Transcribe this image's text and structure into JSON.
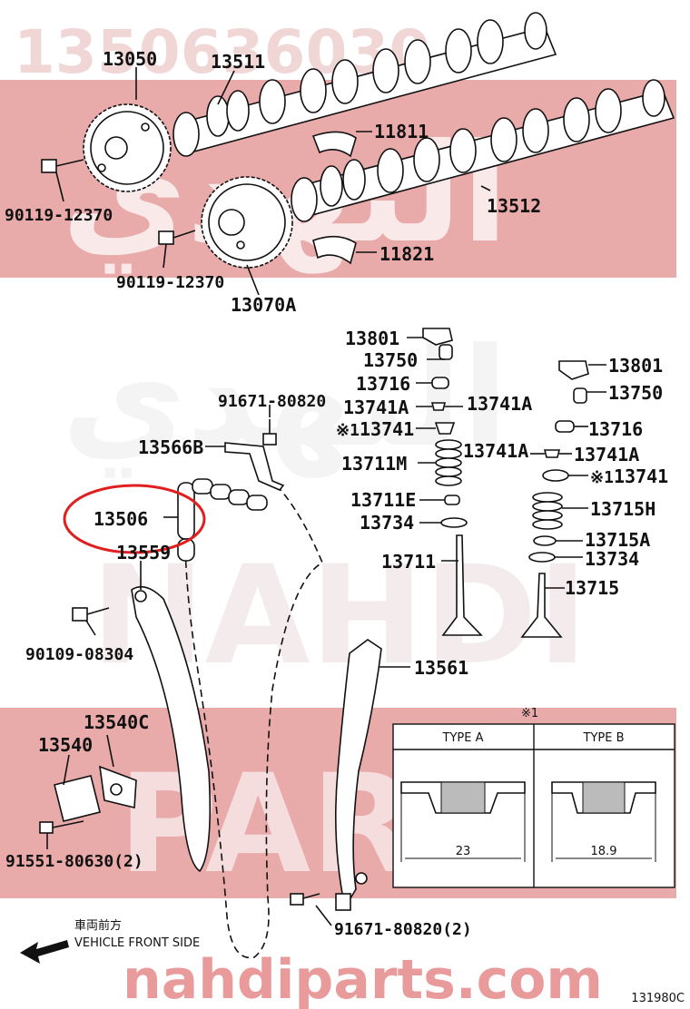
{
  "watermark": {
    "top_code": "1350636030",
    "arabic_text": "النهدي",
    "nahdi_text": "NAHDI",
    "parts_text": "PARTS",
    "url": "nahdiparts.com"
  },
  "colors": {
    "watermark_band": "#e59b9b",
    "highlight_ring": "#e02020",
    "line": "#111111"
  },
  "parts": {
    "p13050": "13050",
    "p13511": "13511",
    "p11811": "11811",
    "p90119a": "90119-12370",
    "p13512": "13512",
    "p90119b": "90119-12370",
    "p11821": "11821",
    "p13070A": "13070A",
    "p13801a": "13801",
    "p13750a": "13750",
    "p13716a": "13716",
    "p13741Aa": "13741A",
    "p13741Ab": "13741A",
    "p13741a": "13741",
    "p91671a": "91671-80820",
    "p13566B": "13566B",
    "p13711M": "13711M",
    "p13711E": "13711E",
    "p13734a": "13734",
    "p13711": "13711",
    "p13506": "13506",
    "p13559": "13559",
    "p90109": "90109-08304",
    "p13801b": "13801",
    "p13750b": "13750",
    "p13716b": "13716",
    "p13741Ac": "13741A",
    "p13741Ad": "13741A",
    "p13741b": "13741",
    "p13715H": "13715H",
    "p13715A": "13715A",
    "p13734b": "13734",
    "p13715": "13715",
    "p13561": "13561",
    "p13540C": "13540C",
    "p13540": "13540",
    "p91551": "91551-80630(2)",
    "p91671b": "91671-80820(2)"
  },
  "note_marks": {
    "mark1": "※1",
    "mark2": "※1",
    "mark3": "※1"
  },
  "inset": {
    "note": "※1",
    "type_a": "TYPE A",
    "type_b": "TYPE B",
    "dim_a": "23",
    "dim_b": "18.9"
  },
  "direction": {
    "japanese": "車両前方",
    "english": "VEHICLE FRONT SIDE"
  },
  "diagram_code": "131980C"
}
